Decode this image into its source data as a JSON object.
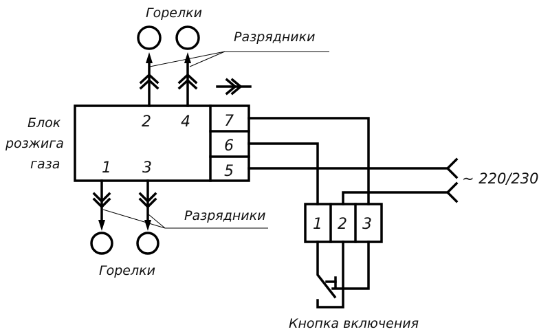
{
  "labels": {
    "burners_top": "Горелки",
    "burners_bottom": "Горелки",
    "arresters_top": "Разрядники",
    "arresters_bottom": "Разрядники",
    "block_line1": "Блок",
    "block_line2": "розжига",
    "block_line3": "газа",
    "voltage": "~ 220/230",
    "switch": "Кнопка включения"
  },
  "block_terminals": {
    "t1": "1",
    "t2": "2",
    "t3": "3",
    "t4": "4",
    "t5": "5",
    "t6": "6",
    "t7": "7"
  },
  "switch_terminals": {
    "s1": "1",
    "s2": "2",
    "s3": "3"
  }
}
